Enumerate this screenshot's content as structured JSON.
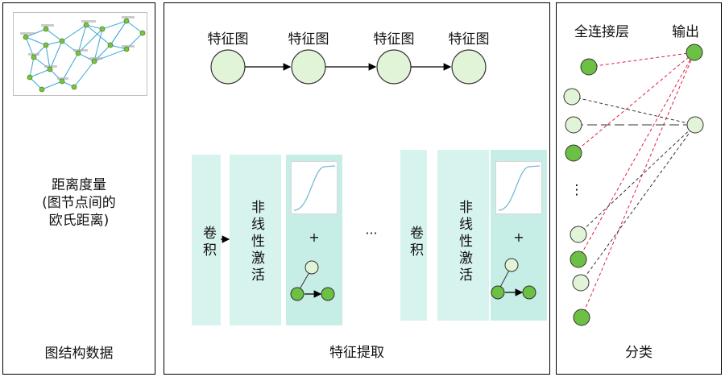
{
  "panels": {
    "left": {
      "description_lines": [
        "距离度量",
        "(图节点间的",
        "欧氏距离)"
      ],
      "caption": "图结构数据"
    },
    "middle": {
      "feature_map_label": "特征图",
      "caption": "特征提取",
      "block1": {
        "conv_label": "卷积",
        "activation_label": "非线性激活",
        "plus": "+"
      },
      "block2": {
        "conv_label": "卷积",
        "activation_label": "非线性激活",
        "plus": "+"
      },
      "ellipsis": "···"
    },
    "right": {
      "fc_label": "全连接层",
      "output_label": "输出",
      "vertical_ellipsis": "⋮",
      "caption": "分类"
    }
  },
  "colors": {
    "node_light": "#e2f4d8",
    "node_green": "#6cc043",
    "column_fill": "#d7f3ee",
    "red_dash": "#e02040",
    "dark_dash": "#333333",
    "graph_edge": "#3aa5d8"
  },
  "icons": [
    "graph-thumbnail-icon",
    "sigmoid-curve-icon",
    "node-icon",
    "arrow-icon"
  ]
}
